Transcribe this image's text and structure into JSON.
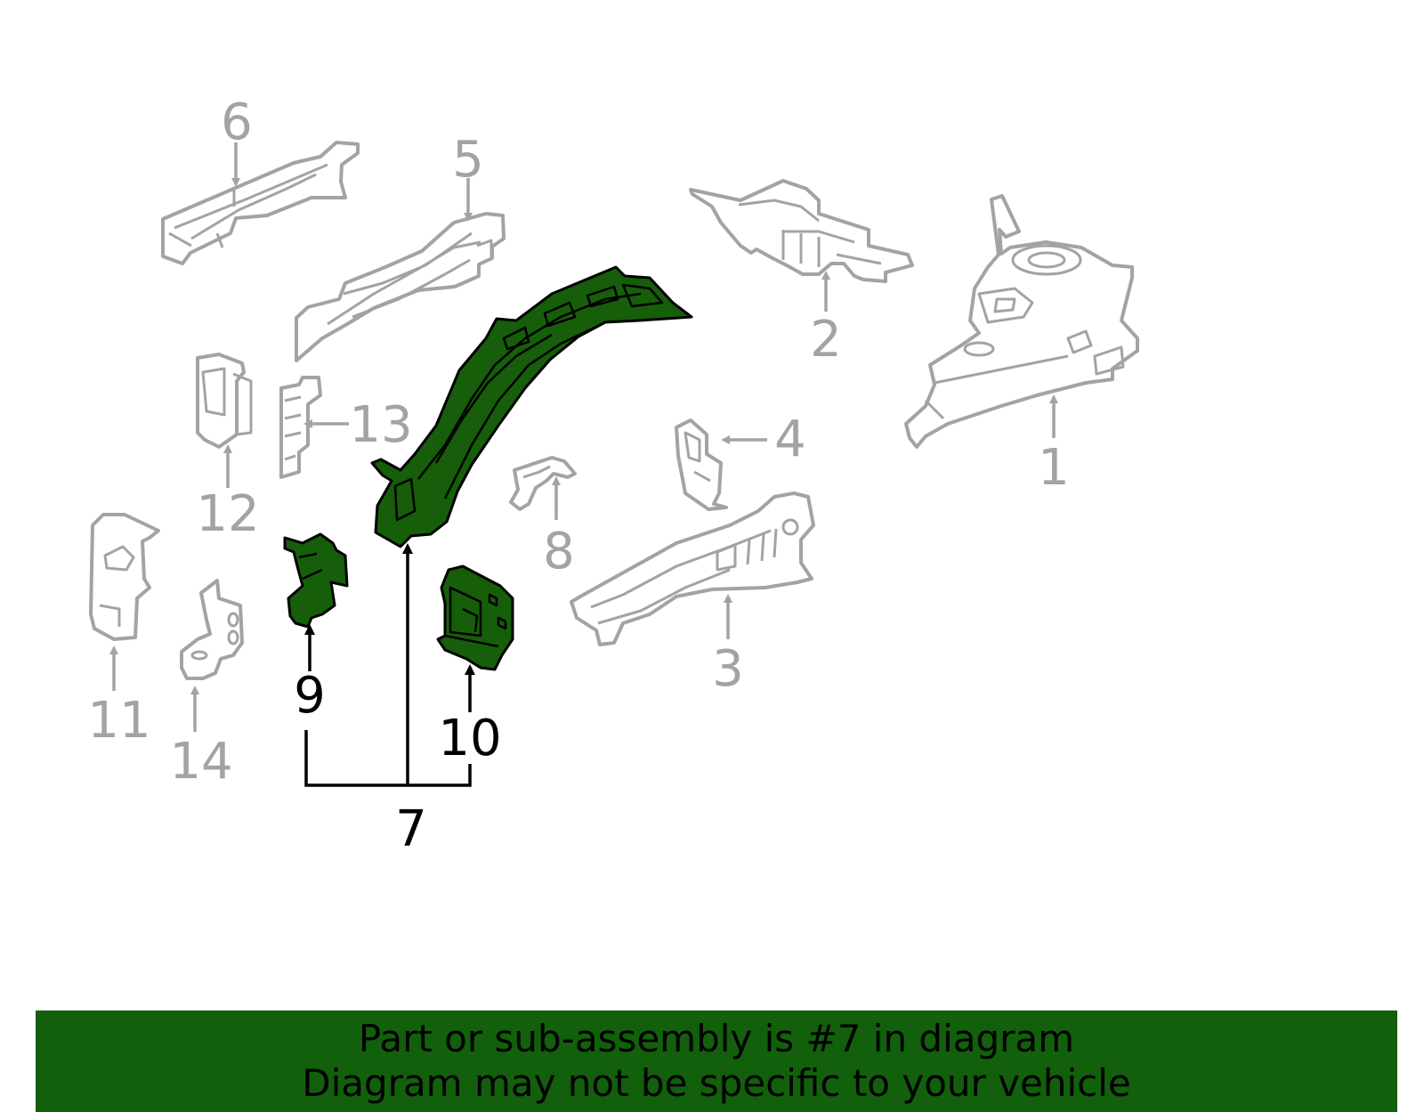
{
  "callouts": {
    "c1": "1",
    "c2": "2",
    "c3": "3",
    "c4": "4",
    "c5": "5",
    "c6": "6",
    "c7": "7",
    "c8": "8",
    "c9": "9",
    "c10": "10",
    "c11": "11",
    "c12": "12",
    "c13": "13",
    "c14": "14"
  },
  "highlighted_part": "7",
  "banner": {
    "line1": "Part or sub-assembly is #7 in diagram",
    "line2": "Diagram may not be specific to your vehicle"
  },
  "colors": {
    "highlight": "#165e0a",
    "banner": "#125f0c",
    "part_outline": "#a3a3a3",
    "highlight_outline": "#000000"
  }
}
